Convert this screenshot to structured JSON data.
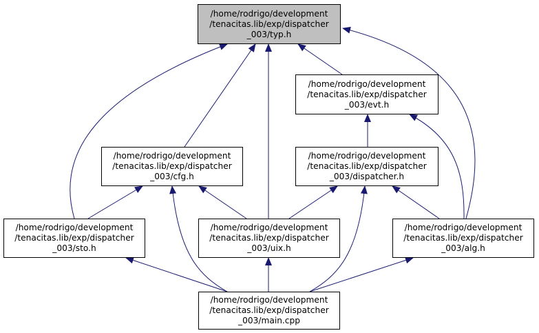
{
  "colors": {
    "edge": "#191970",
    "root_fill": "#bfbfbf",
    "node_fill": "#ffffff",
    "border": "#000000"
  },
  "nodes": {
    "typ": {
      "lines": [
        "/home/rodrigo/development",
        "/tenacitas.lib/exp/dispatcher",
        "_003/typ.h"
      ]
    },
    "evt": {
      "lines": [
        "/home/rodrigo/development",
        "/tenacitas.lib/exp/dispatcher",
        "_003/evt.h"
      ]
    },
    "cfg": {
      "lines": [
        "/home/rodrigo/development",
        "/tenacitas.lib/exp/dispatcher",
        "_003/cfg.h"
      ]
    },
    "disp": {
      "lines": [
        "/home/rodrigo/development",
        "/tenacitas.lib/exp/dispatcher",
        "_003/dispatcher.h"
      ]
    },
    "sto": {
      "lines": [
        "/home/rodrigo/development",
        "/tenacitas.lib/exp/dispatcher",
        "_003/sto.h"
      ]
    },
    "uix": {
      "lines": [
        "/home/rodrigo/development",
        "/tenacitas.lib/exp/dispatcher",
        "_003/uix.h"
      ]
    },
    "alg": {
      "lines": [
        "/home/rodrigo/development",
        "/tenacitas.lib/exp/dispatcher",
        "_003/alg.h"
      ]
    },
    "main": {
      "lines": [
        "/home/rodrigo/development",
        "/tenacitas.lib/exp/dispatcher",
        "_003/main.cpp"
      ]
    }
  },
  "edges": [
    [
      "evt",
      "typ"
    ],
    [
      "cfg",
      "typ"
    ],
    [
      "uix",
      "typ"
    ],
    [
      "sto",
      "typ"
    ],
    [
      "alg",
      "typ"
    ],
    [
      "disp",
      "evt"
    ],
    [
      "alg",
      "evt"
    ],
    [
      "sto",
      "cfg"
    ],
    [
      "uix",
      "cfg"
    ],
    [
      "main",
      "cfg"
    ],
    [
      "uix",
      "disp"
    ],
    [
      "main",
      "disp"
    ],
    [
      "alg",
      "disp"
    ],
    [
      "main",
      "sto"
    ],
    [
      "main",
      "uix"
    ],
    [
      "main",
      "alg"
    ]
  ]
}
